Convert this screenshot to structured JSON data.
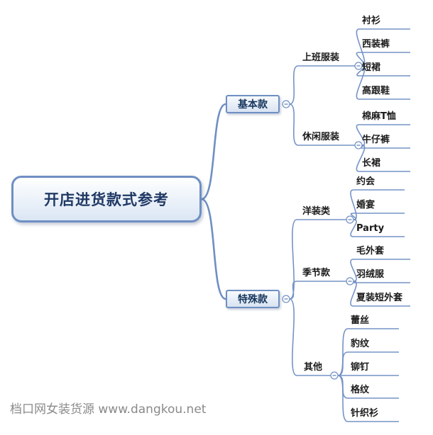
{
  "watermark": "档口网女装货源 www.dangkou.net",
  "colors": {
    "line": "#7593C5",
    "node_border": "#6F8FC3",
    "node_text": "#17365D",
    "root_text": "#1F3864"
  },
  "root": {
    "label": "开店进货款式参考"
  },
  "branches": [
    {
      "label": "基本款",
      "children": [
        {
          "label": "上班服装",
          "children": [
            {
              "label": "衬衫"
            },
            {
              "label": "西装裤"
            },
            {
              "label": "短裙"
            },
            {
              "label": "高跟鞋"
            }
          ]
        },
        {
          "label": "休闲服装",
          "children": [
            {
              "label": "棉麻T恤"
            },
            {
              "label": "牛仔裤"
            },
            {
              "label": "长裙"
            }
          ]
        }
      ]
    },
    {
      "label": "特殊款",
      "children": [
        {
          "label": "洋装类",
          "children": [
            {
              "label": "约会"
            },
            {
              "label": "婚宴"
            },
            {
              "label": "Party"
            }
          ]
        },
        {
          "label": "季节款",
          "children": [
            {
              "label": "毛外套"
            },
            {
              "label": "羽绒服"
            },
            {
              "label": "夏装短外套"
            }
          ]
        },
        {
          "label": "其他",
          "children": [
            {
              "label": "蕾丝"
            },
            {
              "label": "豹纹"
            },
            {
              "label": "铆钉"
            },
            {
              "label": "格纹"
            },
            {
              "label": "针织衫"
            }
          ]
        }
      ]
    }
  ]
}
